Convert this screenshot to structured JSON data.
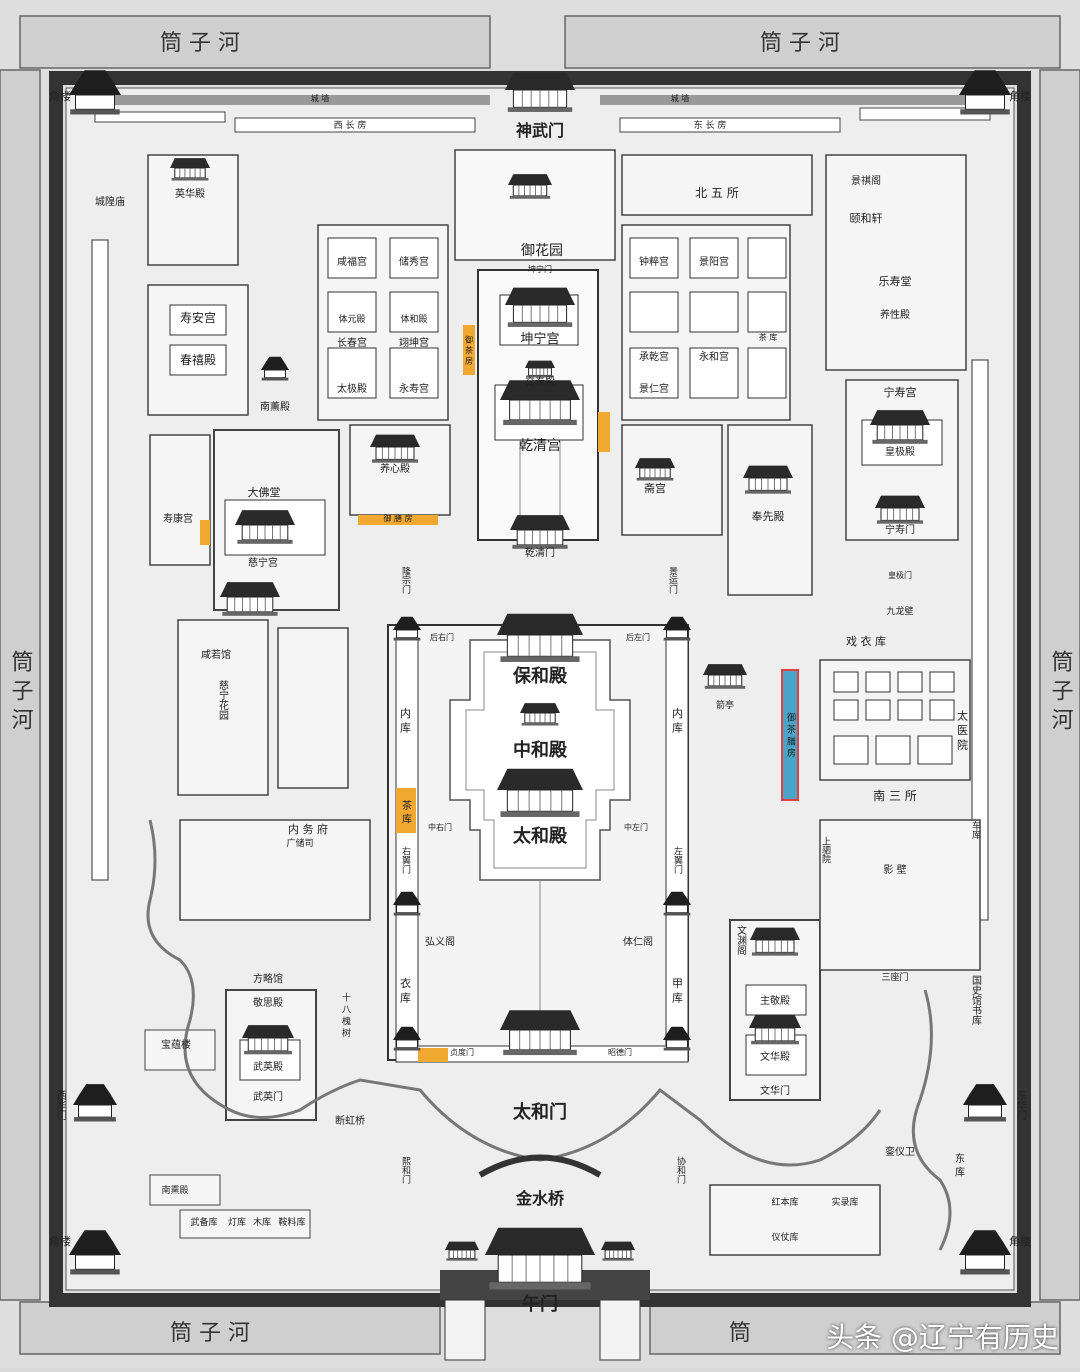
{
  "colors": {
    "paper": "#eeeeee",
    "moat": "#d3d3d3",
    "wall": "#3a3a3a",
    "court": "#f6f6f6",
    "line": "#555555",
    "accent": "#f0a830",
    "accent2": "#4aa3c8",
    "highlight": "#e04040"
  },
  "moat_labels": {
    "top_left": "筒 子 河",
    "top_right": "筒 子 河",
    "left": "筒 子 河",
    "right": "筒 子 河",
    "bottom_left": "筒 子 河",
    "bottom_right": "筒"
  },
  "corner_towers": {
    "tl": "角楼",
    "tr": "角楼",
    "bl": "角楼",
    "br": "角楼"
  },
  "gates": {
    "shenwu": "神武门",
    "wu": "午门",
    "xihua": "西华门",
    "donghua": "东华门"
  },
  "major_halls": {
    "baohe": "保和殿",
    "zhonghe": "中和殿",
    "taihe": "太和殿",
    "taihemen": "太和门",
    "jinshuiqiao": "金水桥",
    "qianqinggong": "乾清宫",
    "kunninggong": "坤宁宫",
    "jiaotaidian": "交泰殿",
    "yuhuayuan": "御花园"
  },
  "labels": {
    "chengqiang_l": "城 墙",
    "chengqiang_r": "城 墙",
    "xichangfang": "西 长 房",
    "dongchangfang": "东 长 房",
    "yinghuadian": "英华殿",
    "chenghuangmiao": "城隍庙",
    "shouangong": "寿安宫",
    "chunxidian": "春禧殿",
    "shoukanggong": "寿康宫",
    "dafotang": "大佛堂",
    "cininggong": "慈宁宫",
    "yangxindian": "养心殿",
    "xianfugong": "咸福宫",
    "chuxiugong": "储秀宫",
    "changchungong": "长春宫",
    "yikungong": "翊坤宫",
    "taijidian": "太极殿",
    "yongshougong": "永寿宫",
    "tiyuandian": "体元殿",
    "tihedian": "体和殿",
    "zhongcuigong": "钟粹宫",
    "jingrengong": "景仁宫",
    "chengqiangong": "承乾宫",
    "yonghegong": "永和宫",
    "jingyanggong": "景阳宫",
    "zhaigong": "斋宫",
    "fengxiandian": "奉先殿",
    "beiwusuo": "北  五  所",
    "jingqige": "景祺阁",
    "yihexuan": "颐和轩",
    "leshoutang": "乐寿堂",
    "yangxingdian": "养性殿",
    "ningshougong": "宁寿宫",
    "huangjidian": "皇极殿",
    "ningshoumen": "宁寿门",
    "jiulongbi": "九龙壁",
    "xiyiku": "戏 衣 库",
    "nansansuo": "南 三 所",
    "taiyiyuan": "太 医 院",
    "yingbi": "影 壁",
    "sanzuomen": "三座门",
    "guoshiguan": "国史馆书库",
    "wenyuange": "文渊阁",
    "zhujingdian": "主敬殿",
    "wenhuadian": "文华殿",
    "wenhuamen": "文华门",
    "tirenge": "体仁阁",
    "hongyige": "弘义阁",
    "wuyingdian": "武英殿",
    "wuyingmen": "武英门",
    "jingsidian": "敬思殿",
    "fanglveguan": "方略馆",
    "baoyunlou": "宝蕴楼",
    "duanhongqiao": "断虹桥",
    "neiwufu": "内 务 府",
    "guangchusi": "广储司",
    "cininghuayuan": "慈宁花园",
    "xianruoguan": "咸若馆",
    "nanxundian": "南薰殿",
    "chaku_w": "茶 库",
    "chaku_e": "茶 库",
    "yuchashanfang": "御 茶 膳 房",
    "neiku_w": "内 库",
    "neiku_e": "内 库",
    "yiku": "衣 库",
    "jiaku": "甲 库",
    "longzongmen": "隆宗门",
    "jingyunmen": "景运门",
    "youyimen": "右翼门",
    "zuoyimen": "左翼门",
    "zhendumen": "贞度门",
    "zhaodemen": "昭德门",
    "xiehemen": "协和门",
    "xihemen": "熙和门",
    "houzuomen": "后左门",
    "houyoumen": "后右门",
    "zhongzuomen": "中左门",
    "zhongyoumen": "中右门",
    "qianqingmen": "乾清门",
    "kunningmen": "坤宁门",
    "huangjimen": "皇极门",
    "shangsiyuan": "上驷院",
    "jianting": "箭亭",
    "chefang": "车库",
    "dongan": "东 库",
    "hongbenku": "红本库",
    "shilüku": "实录库",
    "yizhangku": "仪仗库",
    "wubeiku": "武备库",
    "dengku": "灯库",
    "muku": "木库",
    "ganliaoku": "鞍料库",
    "nanxundian2": "南熏殿",
    "shibasongshu": "十 八 槐 树",
    "luanyiwei": "銮仪卫",
    "yuchafang": "御 茶 房",
    "liutongqi": "御 膳 房"
  },
  "watermark": "头条 @辽宁有历史"
}
